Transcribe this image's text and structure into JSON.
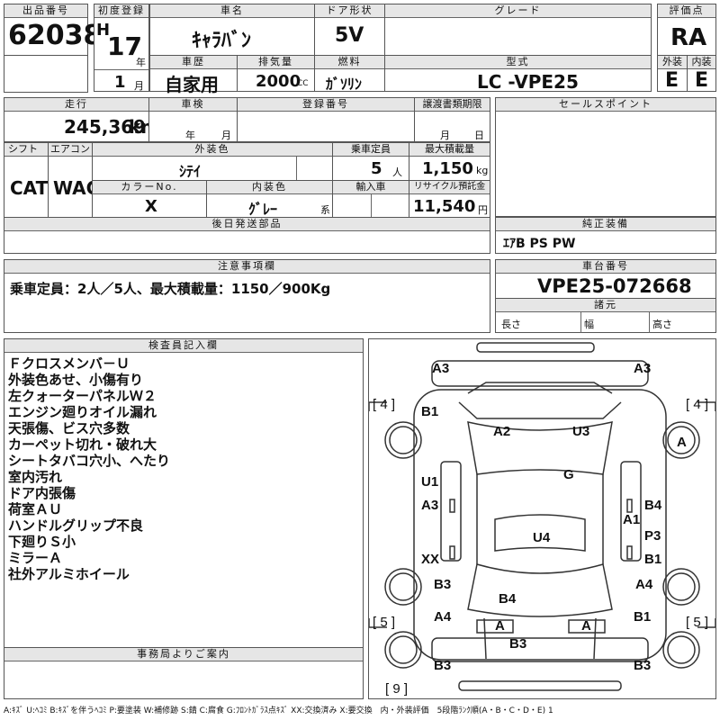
{
  "header": {
    "lot_label": "出品番号",
    "lot_no": "62038",
    "first_reg_label": "初度登録",
    "era": "H",
    "year": "17",
    "year_unit": "年",
    "month": "1",
    "month_unit": "月",
    "car_name_label": "車名",
    "car_name": "ｷｬﾗﾊﾞﾝ",
    "door_label": "ドア形状",
    "door": "5V",
    "grade_label": "グレード",
    "grade": "",
    "score_label": "評価点",
    "score": "RA",
    "history_label": "車歴",
    "history": "自家用",
    "displacement_label": "排気量",
    "displacement": "2000",
    "displacement_unit": "CC",
    "fuel_label": "燃料",
    "fuel": "ｶﾞｿﾘﾝ",
    "model_label": "型式",
    "model": "LC -VPE25",
    "ext_label": "外装",
    "ext": "E",
    "int_label": "内装",
    "int": "E"
  },
  "row2": {
    "mileage_label": "走行",
    "mileage": "245,369",
    "mileage_unit": "km",
    "inspection_label": "車検",
    "insp_year_unit": "年",
    "insp_month_unit": "月",
    "reg_label": "登録番号",
    "transfer_label": "譲渡書類期限",
    "transfer_month_unit": "月",
    "transfer_day_unit": "日",
    "sales_label": "セールスポイント"
  },
  "row3": {
    "shift_label": "シフト",
    "shift": "CAT",
    "ac_label": "エアコン",
    "ac": "WAC",
    "color_label": "外装色",
    "color": "ｼﾃｲ",
    "capacity_label": "乗車定員",
    "capacity": "5",
    "capacity_unit": "人",
    "load_label": "最大積載量",
    "load": "1,150",
    "load_unit": "kg",
    "colorno_label": "カラーNo.",
    "colorno": "X",
    "interior_label": "内装色",
    "interior": "ｸﾞﾚｰ",
    "interior_unit": "系",
    "import_label": "輸入車",
    "recycle_label": "リサイクル預託金",
    "recycle": "11,540",
    "recycle_unit": "円",
    "later_label": "後日発送部品",
    "equip_label": "純正装備",
    "equip": "ｴｱB PS PW"
  },
  "notes": {
    "label": "注意事項欄",
    "text": "乗車定員：2人／5人、最大積載量：1150／900Kg",
    "chassis_label": "車台番号",
    "chassis": "VPE25-072668",
    "spec_label": "諸元",
    "length_label": "長さ",
    "width_label": "幅",
    "height_label": "高さ"
  },
  "inspector": {
    "label": "検査員記入欄",
    "lines": [
      "Ｆクロスメンバ－Ｕ",
      "外装色あせ、小傷有り",
      "左クォーターパネルＷ２",
      "エンジン廻りオイル漏れ",
      "天張傷、ビス穴多数",
      "カーペット切れ・破れ大",
      "シートタバコ穴小、へたり",
      "室内汚れ",
      "ドア内張傷",
      "荷室ＡＵ",
      "ハンドルグリップ不良",
      "下廻りＳ小",
      "ミラーＡ",
      "社外アルミホイール"
    ]
  },
  "office": {
    "label": "事務局よりご案内"
  },
  "diagram": {
    "marks": [
      "A3",
      "A3",
      "B1",
      "A",
      "A2",
      "U3",
      "G",
      "U1",
      "A3",
      "B4",
      "A1",
      "P3",
      "XX",
      "U4",
      "B1",
      "B3",
      "A4",
      "B4",
      "A4",
      "B1",
      "A",
      "A",
      "B3",
      "B3",
      "B3"
    ],
    "counts": [
      "4",
      "4",
      "5",
      "5",
      "9"
    ]
  },
  "legend": "A:ｷｽﾞ U:ﾍｺﾐ B:ｷｽﾞを伴うﾍｺﾐ P:要塗装 W:補修跡 S:錆 C:腐食 G:ﾌﾛﾝﾄｶﾞﾗｽ点ｷｽﾞ XX:交換済み X:要交換　内・外装評価　5段階ﾗﾝｸ順(A・B・C・D・E) 1"
}
